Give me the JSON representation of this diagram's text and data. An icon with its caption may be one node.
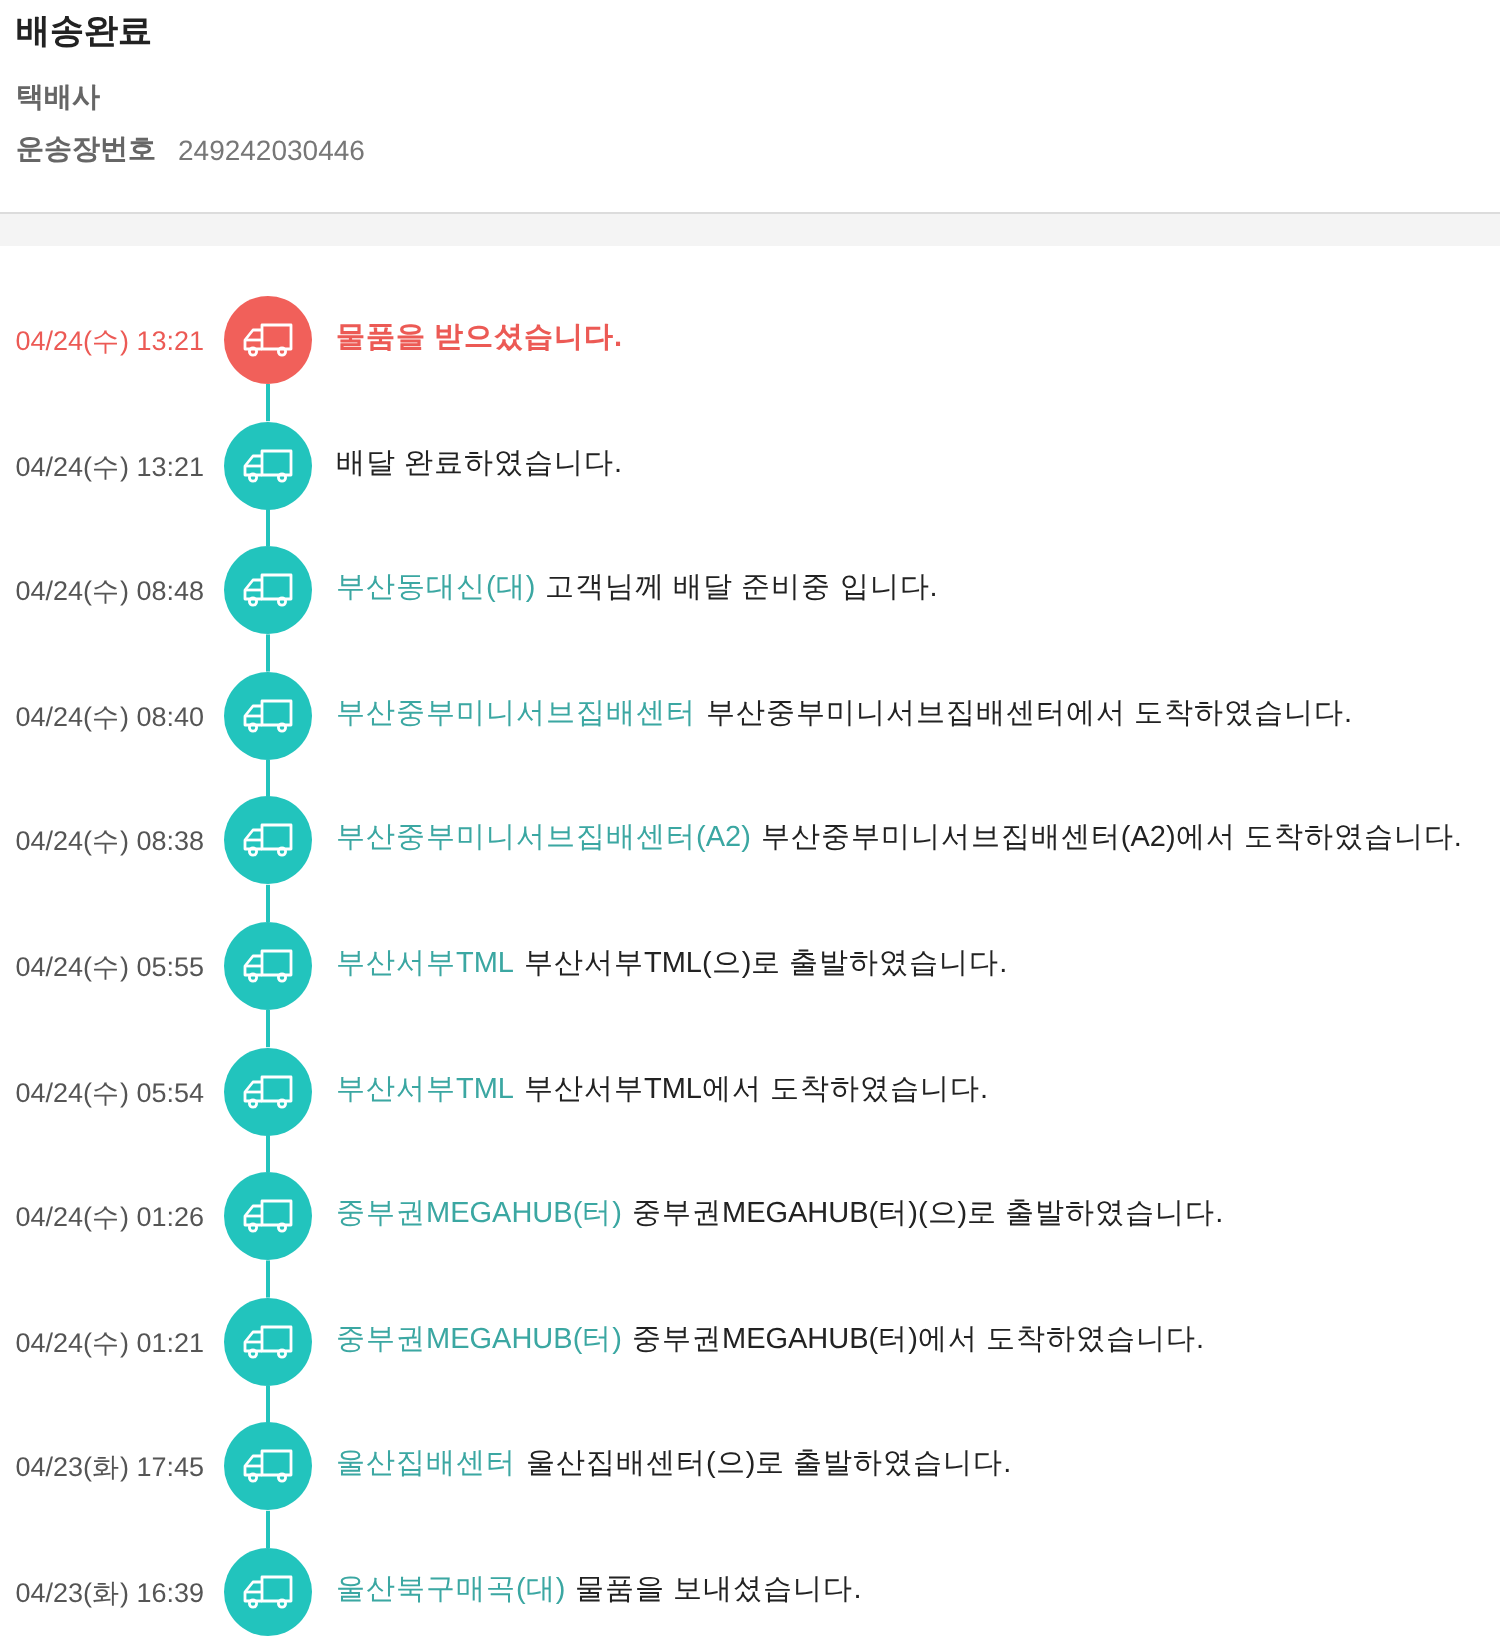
{
  "diagram": {
    "title": "배송완료",
    "labels": [
      "택배사",
      "운송장번호",
      "249242030446"
    ],
    "nodes": [
      {
        "text": [],
        "shape": "circle",
        "beside": [
          "04/24(수) 13:21",
          "물품을 받으셨습니다."
        ]
      },
      {
        "text": [],
        "shape": "circle",
        "beside": [
          "04/24(수) 13:21",
          "배달 완료하였습니다."
        ]
      },
      {
        "text": [],
        "shape": "circle",
        "beside": [
          "04/24(수) 08:48",
          "부산동대신(대)",
          "고객님께 배달 준비중 입니다."
        ]
      },
      {
        "text": [],
        "shape": "circle",
        "beside": [
          "04/24(수) 08:40",
          "부산중부미니서브집배센터",
          "부산중부미니서브집배센터에서 도착하였습니다."
        ]
      },
      {
        "text": [],
        "shape": "circle",
        "beside": [
          "04/24(수) 08:38",
          "부산중부미니서브집배센터(A2)",
          "부산중부미니서브집배센터(A2)에서 도착하였습니다."
        ]
      },
      {
        "text": [],
        "shape": "circle",
        "beside": [
          "04/24(수) 05:55",
          "부산서부TML",
          "부산서부TML(으)로 출발하였습니다."
        ]
      },
      {
        "text": [],
        "shape": "circle",
        "beside": [
          "04/24(수) 05:54",
          "부산서부TML",
          "부산서부TML에서 도착하였습니다."
        ]
      },
      {
        "text": [],
        "shape": "circle",
        "beside": [
          "04/24(수) 01:26",
          "중부권MEGAHUB(터)",
          "중부권MEGAHUB(터)(으)로 출발하였습니다."
        ]
      },
      {
        "text": [],
        "shape": "circle",
        "beside": [
          "04/24(수) 01:21",
          "중부권MEGAHUB(터)",
          "중부권MEGAHUB(터)에서 도착하였습니다."
        ]
      },
      {
        "text": [],
        "shape": "circle",
        "beside": [
          "04/23(화) 17:45",
          "울산집배센터",
          "울산집배센터(으)로 출발하였습니다."
        ]
      },
      {
        "text": [],
        "shape": "circle",
        "beside": [
          "04/23(화) 16:39",
          "울산북구매곡(대)",
          "물품을 보내셨습니다."
        ]
      }
    ],
    "edges": [
      {
        "from": 0,
        "to": 1,
        "arrow": "none"
      },
      {
        "from": 1,
        "to": 2,
        "arrow": "none"
      },
      {
        "from": 2,
        "to": 3,
        "arrow": "none"
      },
      {
        "from": 3,
        "to": 4,
        "arrow": "none"
      },
      {
        "from": 4,
        "to": 5,
        "arrow": "none"
      },
      {
        "from": 5,
        "to": 6,
        "arrow": "none"
      },
      {
        "from": 6,
        "to": 7,
        "arrow": "none"
      },
      {
        "from": 7,
        "to": 8,
        "arrow": "none"
      },
      {
        "from": 8,
        "to": 9,
        "arrow": "none"
      },
      {
        "from": 9,
        "to": 10,
        "arrow": "none"
      }
    ]
  }
}
